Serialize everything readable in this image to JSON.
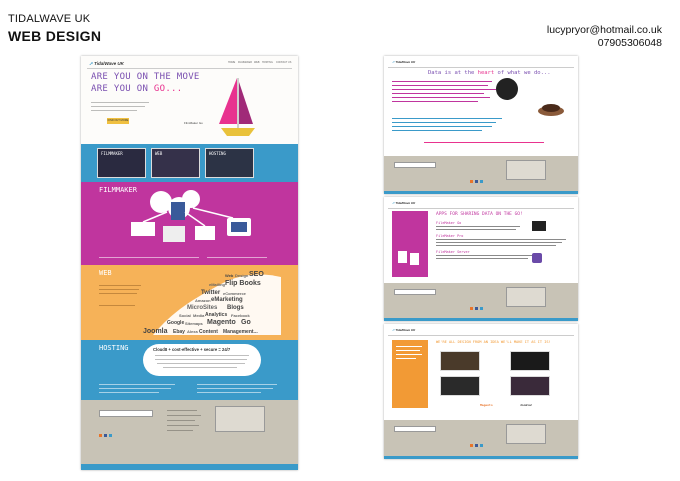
{
  "header": {
    "brand": "TIDALWAVE UK",
    "title": "WEB DESIGN",
    "email": "lucypryor@hotmail.co.uk",
    "phone": "07905306048"
  },
  "main_page": {
    "logo": "TidalWave UK",
    "hero_line1": "ARE YOU ON THE MOVE",
    "hero_line2": "ARE YOU ON",
    "hero_line2_go": "GO...",
    "hero_button": "FIND OUT MORE",
    "hero_badge": "FilmMaker Go",
    "nav": [
      "HOME",
      "FILMMAKER",
      "WEB",
      "HOSTING",
      "CONTACT US"
    ],
    "cards": [
      "FILMMAKER",
      "WEB",
      "HOSTING"
    ],
    "sections": {
      "filmmaker": "FILMMAKER",
      "web": "WEB",
      "hosting": "HOSTING"
    },
    "word_cloud": [
      "Web",
      "Design",
      "SEO",
      "eMailing",
      "Flip Books",
      "Twitter",
      "eCommerce",
      "Amazon",
      "eMarketing",
      "MicroSites",
      "Blogs",
      "Social",
      "Media",
      "Analytics",
      "Facebook",
      "Google",
      "Sitemaps",
      "Magento",
      "Go",
      "Joomla",
      "Ebay",
      "Alexa",
      "Content",
      "Management..."
    ],
    "hosting_headline": "Cloud8 + cost-effective + secure = 24/7"
  },
  "colors": {
    "blue": "#3a9ac9",
    "magenta": "#c0359e",
    "orange": "#f6b258",
    "footer": "#c8c3b6",
    "purple": "#7a4fb0",
    "pink": "#e8338f"
  },
  "page_r1": {
    "heading_a": "Data is at the",
    "heading_b": "heart",
    "heading_c": "of what we do..."
  },
  "page_r2": {
    "heading": "APPS FOR SHARING DATA ON THE GO!",
    "items": [
      "FileMaker Go",
      "FileMaker Pro",
      "FileMaker Server"
    ]
  },
  "page_r3": {
    "heading": "WE'RE ALL DESIGN FROM AN IDEA WE'LL MAKE IT AS IT IS!",
    "logos": [
      "Magento",
      "Joomla!"
    ]
  }
}
